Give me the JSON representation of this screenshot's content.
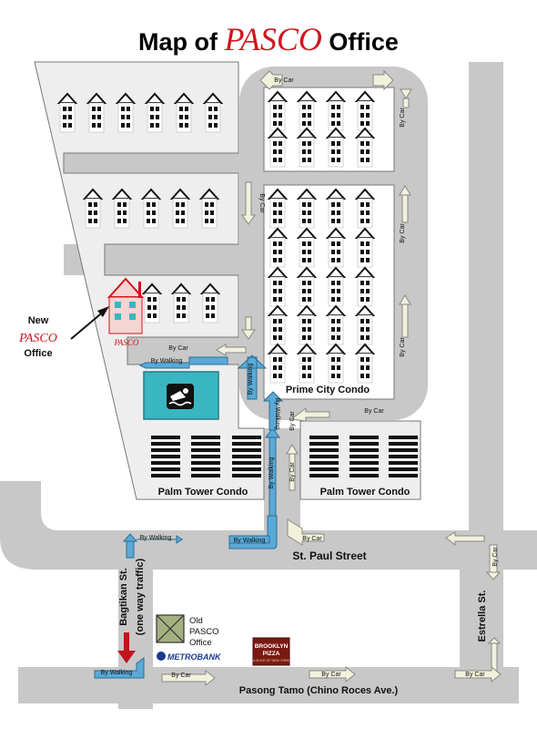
{
  "title": {
    "prefix": "Map of",
    "brand": "PASCO",
    "suffix": "Office"
  },
  "colors": {
    "road": "#c8c8c8",
    "block": "#eeeeee",
    "walk_arrow": "#5aa9d6",
    "car_arrow": "#f2f2dc",
    "brand_red": "#d2141c",
    "pool_water": "#3ab5c2"
  },
  "streets": {
    "st_paul": "St. Paul Street",
    "bagtikan_line1": "Bagtikan St.",
    "bagtikan_line2": "(one way traffic)",
    "estrella": "Estrella St.",
    "pasong_tamo": "Pasong Tamo (Chino Roces Ave.)"
  },
  "places": {
    "prime_city": "Prime City Condo",
    "palm_tower_left": "Palm Tower Condo",
    "palm_tower_right": "Palm Tower Condo",
    "new_office_line1": "New",
    "new_office_brand": "PASCO",
    "new_office_line3": "Office",
    "house_brand": "PASCO",
    "old_office_line1": "Old",
    "old_office_line2": "PASCO",
    "old_office_line3": "Office",
    "metrobank": "METROBANK",
    "brooklyn_line1": "BROOKLYN",
    "brooklyn_line2": "PIZZA",
    "brooklyn_line3": "A SLICE OF NEW YORK"
  },
  "route_labels": {
    "by_car": "By Car",
    "by_walking": "By Walking"
  },
  "icons": {
    "swimming": "swimming-icon",
    "pin": "pointer-arrow-icon"
  }
}
